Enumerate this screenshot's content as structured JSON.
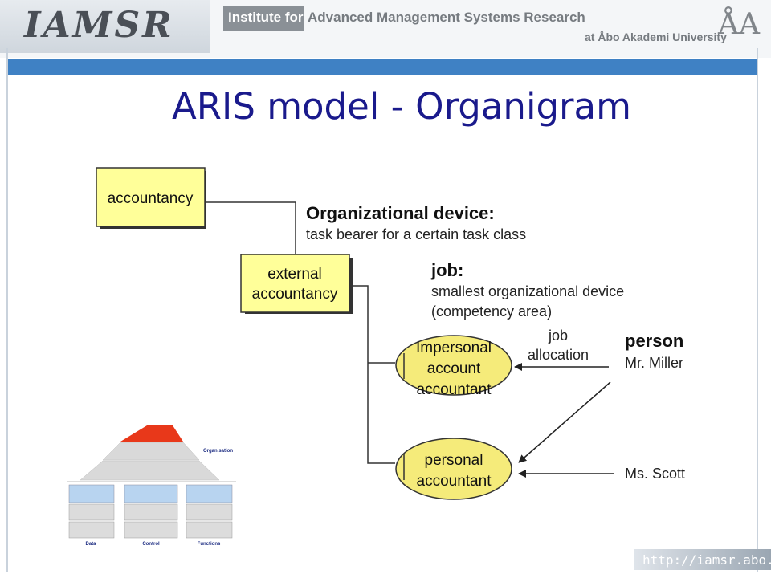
{
  "header": {
    "logo": "IAMSR",
    "institute_for": "Institute for",
    "institute_rest": "Advanced Management Systems Research",
    "university": "at Åbo Akademi University",
    "emblem": "ÅA"
  },
  "title": "ARIS model - Organigram",
  "diagram": {
    "boxes": {
      "accountancy": "accountancy",
      "external_line1": "external",
      "external_line2": "accountancy"
    },
    "ellipses": {
      "impersonal_line1": "Impersonal",
      "impersonal_line2": "account",
      "impersonal_line3": "accountant",
      "personal_line1": "personal",
      "personal_line2": "accountant"
    },
    "annotations": {
      "org_device_heading": "Organizational device:",
      "org_device_desc": "task bearer for a certain task class",
      "job_heading": "job:",
      "job_desc_line1": "smallest organizational device",
      "job_desc_line2": "(competency area)",
      "job_alloc_line1": "job",
      "job_alloc_line2": "allocation",
      "person_heading": "person",
      "person_miller": "Mr. Miller",
      "person_scott": "Ms. Scott"
    },
    "colors": {
      "box_fill": "#ffff99",
      "ellipse_fill": "#f5eb7a",
      "roof": "#e8381a"
    }
  },
  "house": {
    "organisation_label": "Organisation",
    "column_labels": [
      "Data",
      "Control",
      "Functions"
    ]
  },
  "footer": {
    "url": "http://iamsr.abo.fi"
  }
}
